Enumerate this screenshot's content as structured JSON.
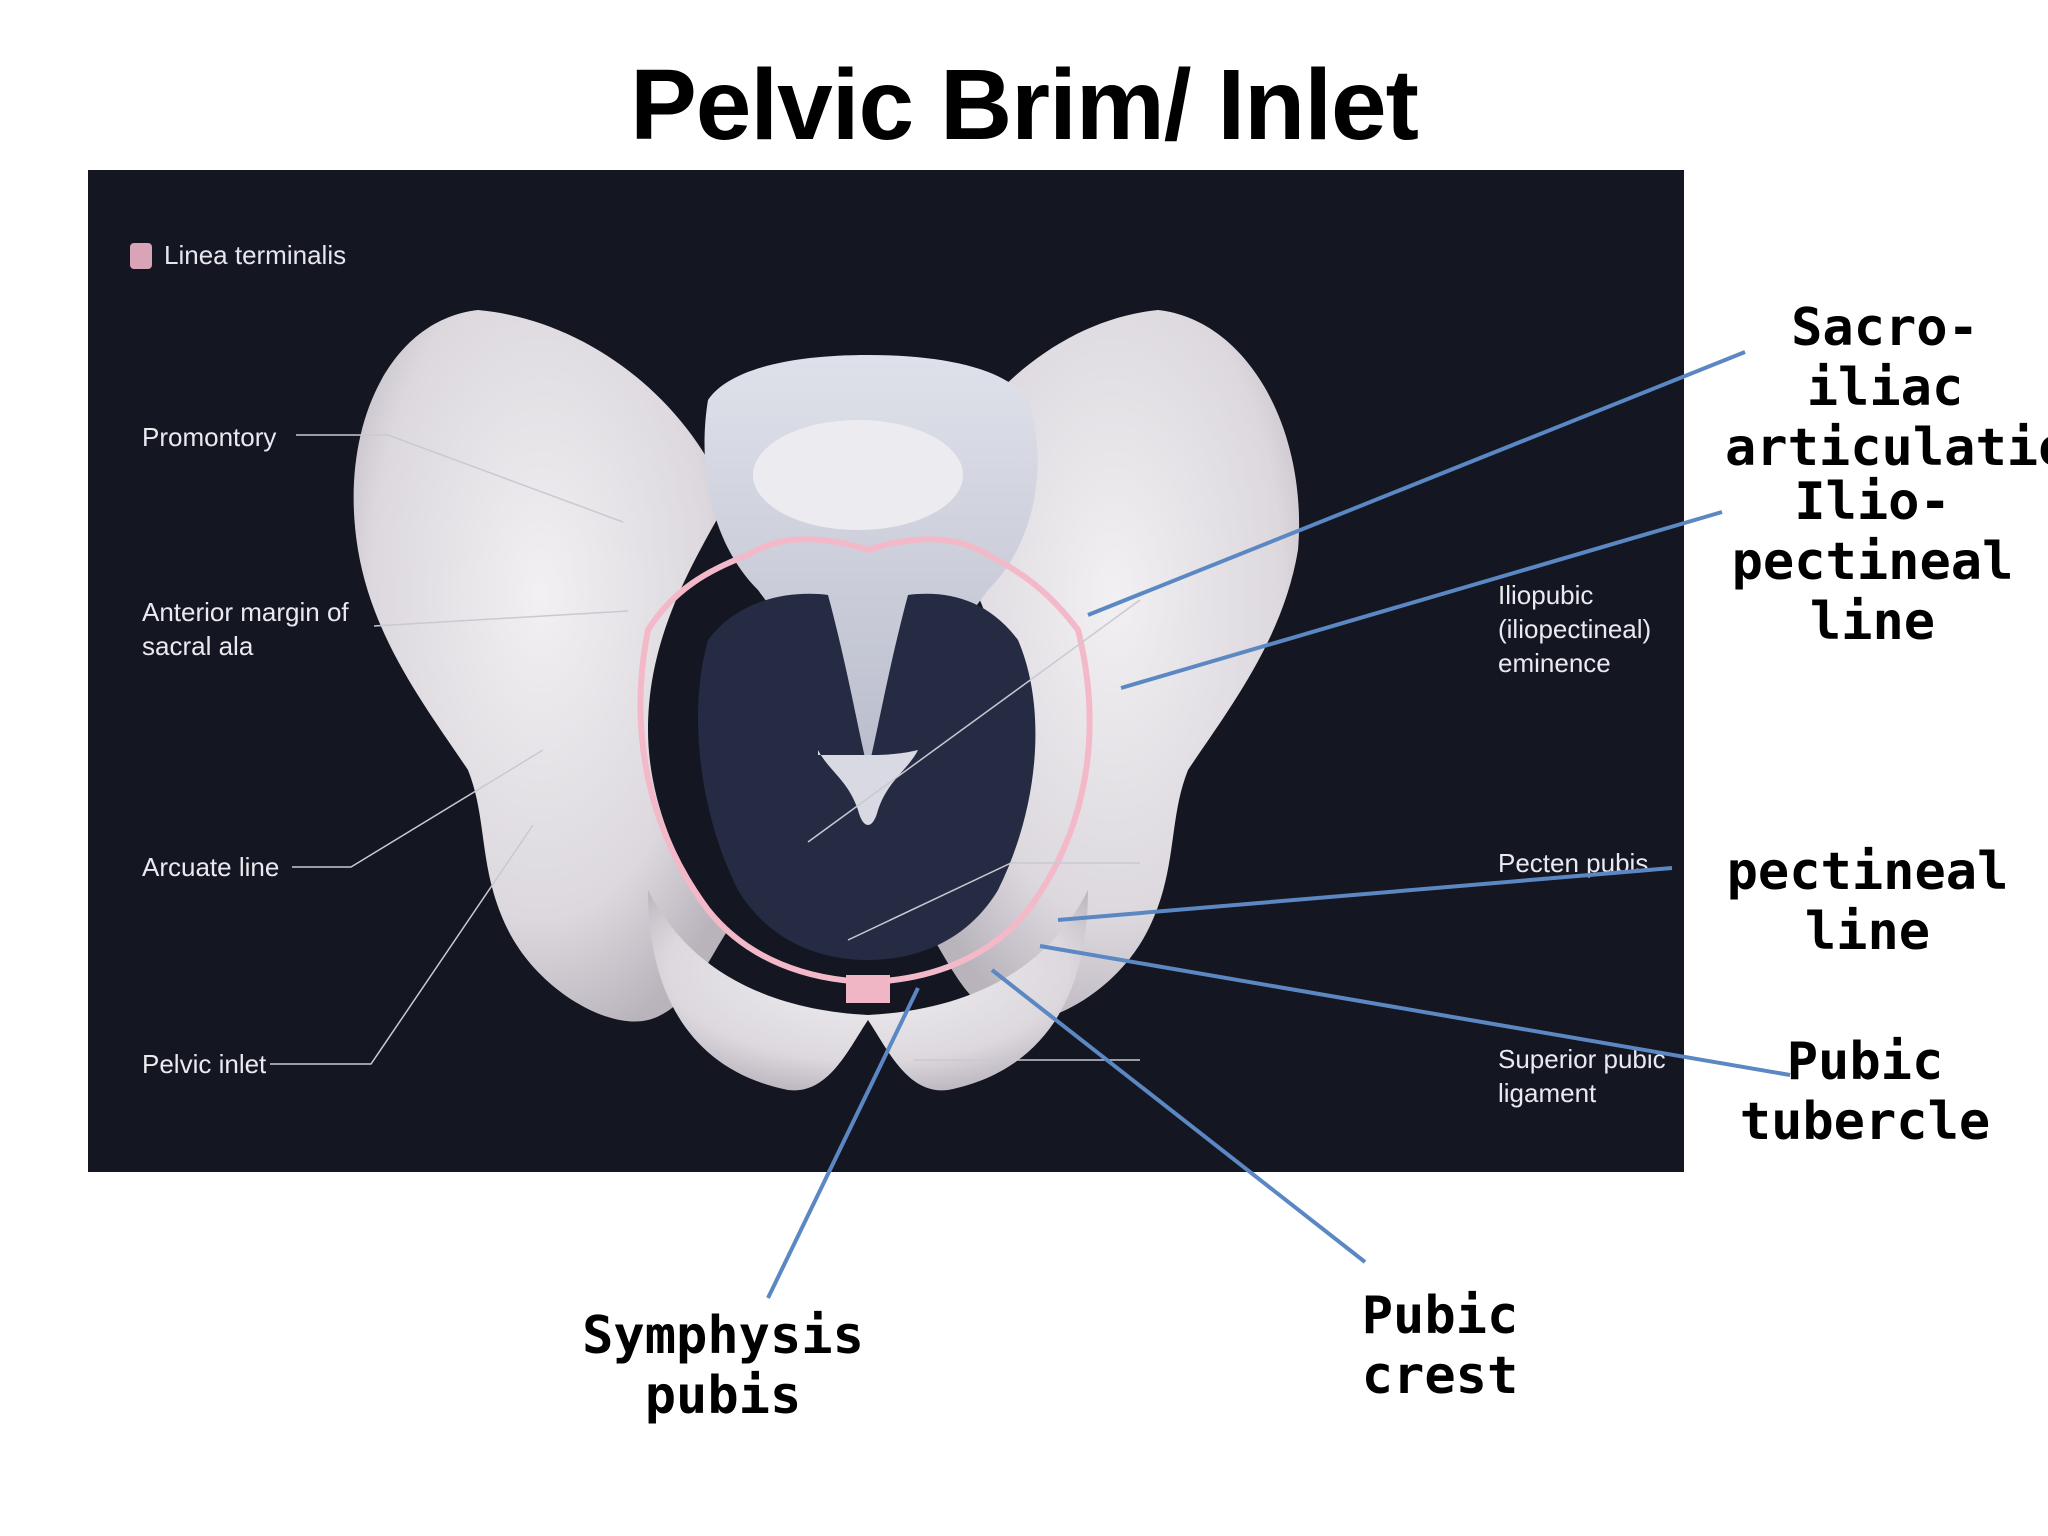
{
  "title": "Pelvic Brim/ Inlet",
  "legend": {
    "label": "Linea terminalis",
    "color": "#d9a3b8"
  },
  "figure_labels": {
    "promontory": "Promontory",
    "anterior_margin": "Anterior margin of\nsacral ala",
    "arcuate_line": "Arcuate line",
    "pelvic_inlet": "Pelvic inlet",
    "iliopubic": "Iliopubic\n(iliopectineal)\neminence",
    "pecten_pubis": "Pecten pubis",
    "superior_pubic": "Superior pubic\nligament"
  },
  "callouts": {
    "sacro_iliac": "Sacro-iliac\narticulation",
    "ilio_pectineal": "Ilio-pectineal\nline",
    "pectineal": "pectineal line",
    "pubic_tubercle": "Pubic\ntubercle",
    "pubic_crest": "Pubic crest",
    "symphysis": "Symphysis\npubis"
  },
  "colors": {
    "background": "#141622",
    "bone": "#e4e2e6",
    "inlet": "#262b44",
    "linea_terminalis": "#f3b9c8",
    "callout_line": "#5b87c2"
  }
}
